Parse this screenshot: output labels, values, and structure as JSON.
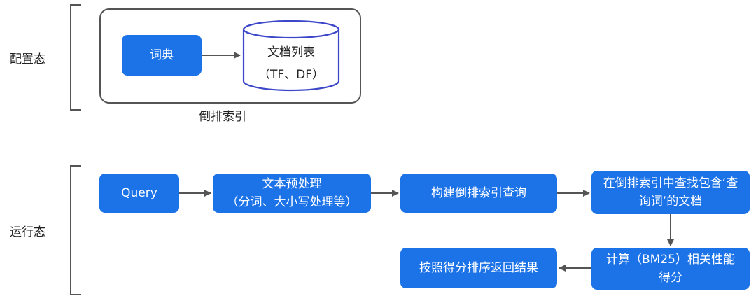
{
  "config_stage": {
    "label": "配置态",
    "caption": "倒排索引",
    "dictionary_node": "词典",
    "doc_list_line1": "文档列表",
    "doc_list_line2": "（TF、DF）"
  },
  "runtime_stage": {
    "label": "运行态",
    "query_node": "Query",
    "preprocess_line1": "文本预处理",
    "preprocess_line2": "（分词、大小写处理等）",
    "build_query_node": "构建倒排索引查询",
    "search_line1": "在倒排索引中查找包含‘查",
    "search_line2": "询词’的文档",
    "score_line1": "计算（BM25）相关性能",
    "score_line2": "得分",
    "result_node": "按照得分排序返回结果"
  },
  "colors": {
    "node_fill": "#1c73e8",
    "db_stroke": "#3b46c9",
    "arrow": "#555555"
  }
}
